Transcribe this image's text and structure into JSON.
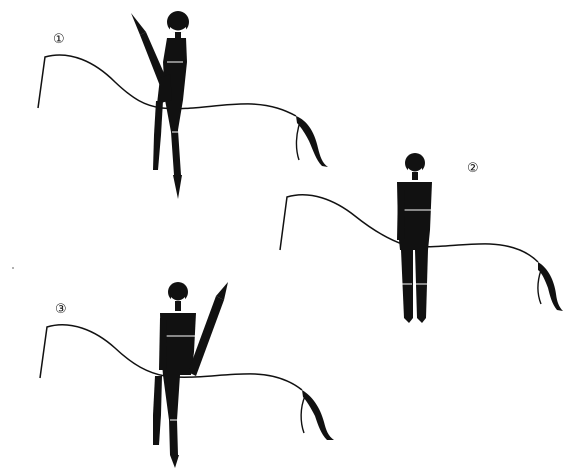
{
  "figures": [
    {
      "id": "figure-1",
      "label": "①"
    },
    {
      "id": "figure-2",
      "label": "②"
    },
    {
      "id": "figure-3",
      "label": "③"
    }
  ],
  "colors": {
    "ink": "#111111",
    "background": "#ffffff"
  }
}
